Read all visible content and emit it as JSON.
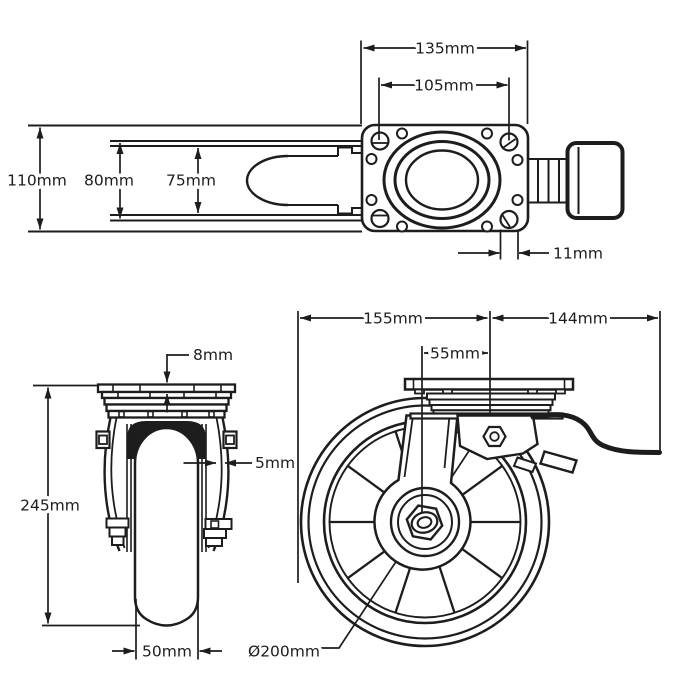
{
  "drawing": {
    "type": "technical-drawing",
    "subject": "Swivel plate caster wheel with brake - three orthographic dimensioned views",
    "line_color": "#1d1d1d",
    "background": "#ffffff",
    "top_view": {
      "name": "top view (plan of mounting plate and wheel)",
      "labels": {
        "overall_width": "110mm",
        "fork_width": "80mm",
        "inner_width": "75mm",
        "plate_length": "135mm",
        "bolt_spacing": "105mm",
        "bolt_hole": "11mm"
      }
    },
    "front_view": {
      "name": "front view (wheel and fork elevation)",
      "labels": {
        "plate_thickness": "8mm",
        "blade_thickness": "5mm",
        "overall_height": "245mm",
        "wheel_width": "50mm"
      }
    },
    "side_view": {
      "name": "side view (swivel caster with brake lever)",
      "labels": {
        "leading_span": "155mm",
        "trailing_span": "144mm",
        "swivel_offset": "55mm",
        "wheel_diameter": "Ø200mm"
      }
    }
  }
}
